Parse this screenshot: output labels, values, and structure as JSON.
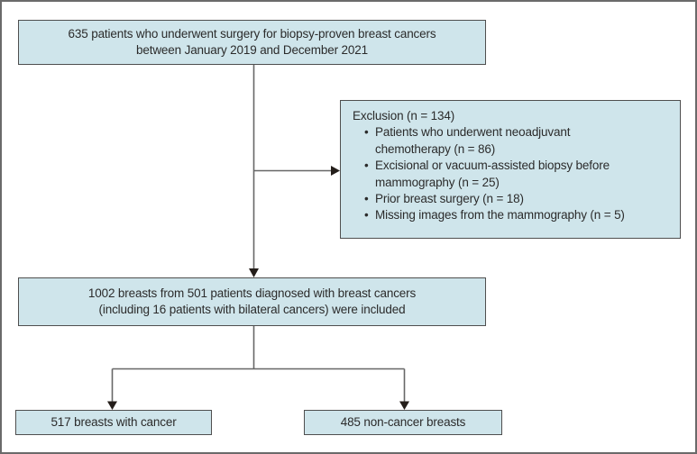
{
  "figure": {
    "enrollment_box": {
      "line1": "635 patients who underwent surgery for biopsy-proven breast cancers",
      "line2": "between January 2019 and December 2021"
    },
    "exclusion_box": {
      "title": "Exclusion (n = 134)",
      "items": [
        "Patients who underwent neoadjuvant\nchemotherapy (n = 86)",
        "Excisional or vacuum-assisted biopsy before\nmammography (n = 25)",
        "Prior breast surgery (n = 18)",
        "Missing images from the mammography (n = 5)"
      ]
    },
    "included_box": {
      "line1": "1002 breasts from 501 patients diagnosed with breast cancers",
      "line2": "(including 16 patients with bilateral cancers) were included"
    },
    "cancer_box": {
      "label": "517 breasts with cancer"
    },
    "non_cancer_box": {
      "label": "485 non-cancer breasts"
    },
    "colors": {
      "box_fill": "#cfe5eb",
      "box_border": "#4f4f4f",
      "connector_line": "#676767",
      "arrowhead": "#241e1a",
      "text": "#2b2b2b",
      "frame": "#6a6a6a"
    }
  }
}
